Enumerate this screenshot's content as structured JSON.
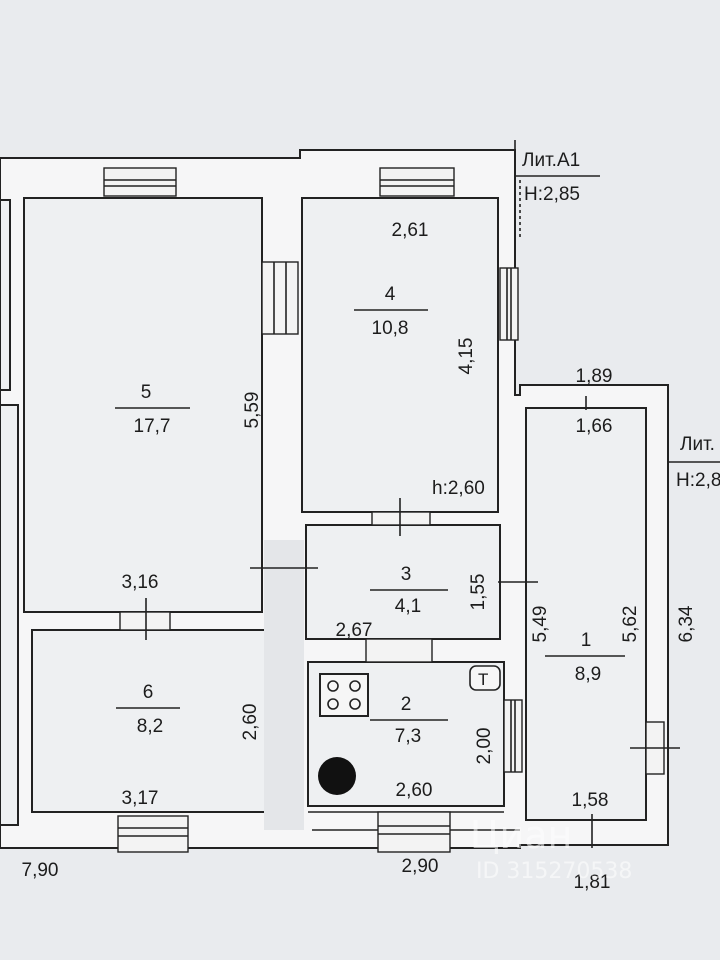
{
  "litera": {
    "main": {
      "name": "Лит.А1",
      "height": "Н:2,85"
    },
    "side": {
      "name": "Лит.",
      "height": "Н:2,8"
    }
  },
  "rooms": [
    {
      "number": "1",
      "area": "8,9"
    },
    {
      "number": "2",
      "area": "7,3"
    },
    {
      "number": "3",
      "area": "4,1"
    },
    {
      "number": "4",
      "area": "10,8"
    },
    {
      "number": "5",
      "area": "17,7"
    },
    {
      "number": "6",
      "area": "8,2"
    }
  ],
  "room4_height": "h:2,60",
  "dimensions": {
    "room4_top": "2,61",
    "room4_side": "4,15",
    "room5_side": "5,59",
    "room5_bottom": "3,16",
    "room6_side": "2,60",
    "room6_bottom": "3,17",
    "room3_side": "1,55",
    "room3_bottom": "2,67",
    "room2_side": "2,00",
    "room2_bottom": "2,60",
    "room1_outer_top": "1,89",
    "room1_inner_top": "1,66",
    "room1_inner_side": "5,49",
    "room1_side": "5,62",
    "room1_outer_side": "6,34",
    "room1_bottom": "1,58",
    "room1_outer_bottom": "1,81",
    "overall_left": "7,90",
    "overall_middle": "2,90"
  },
  "watermark": {
    "brand": "Циан",
    "id": "ID 315270538"
  }
}
